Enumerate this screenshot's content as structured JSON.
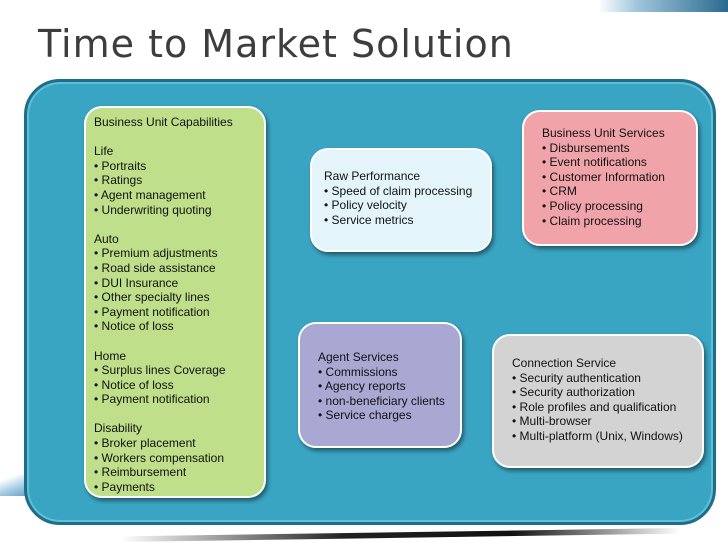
{
  "title": "Time to Market Solution",
  "boxes": {
    "capabilities": {
      "heading": "Business Unit Capabilities",
      "groups": [
        {
          "name": "Life",
          "items": [
            "• Portraits",
            "• Ratings",
            "• Agent management",
            "• Underwriting quoting"
          ]
        },
        {
          "name": "Auto",
          "items": [
            "• Premium adjustments",
            "• Road side assistance",
            "• DUI Insurance",
            "• Other specialty lines",
            "• Payment notification",
            "• Notice of loss"
          ]
        },
        {
          "name": "Home",
          "items": [
            "• Surplus lines Coverage",
            "• Notice of loss",
            "• Payment notification"
          ]
        },
        {
          "name": "Disability",
          "items": [
            "• Broker placement",
            "• Workers compensation",
            "• Reimbursement",
            "• Payments"
          ]
        }
      ]
    },
    "raw": {
      "heading": "Raw Performance",
      "items": [
        "• Speed of claim processing",
        "• Policy velocity",
        "• Service metrics"
      ]
    },
    "services": {
      "heading": "Business Unit Services",
      "items": [
        "• Disbursements",
        "• Event notifications",
        "• Customer Information",
        "• CRM",
        "• Policy processing",
        "• Claim processing"
      ]
    },
    "agent": {
      "heading": "Agent Services",
      "items": [
        "• Commissions",
        "• Agency reports",
        "• non-beneficiary clients",
        "• Service charges"
      ]
    },
    "connection": {
      "heading": "Connection Service",
      "items": [
        "• Security authentication",
        "• Security authorization",
        "• Role profiles and qualification",
        "• Multi-browser",
        "• Multi-platform (Unix, Windows)"
      ]
    }
  }
}
